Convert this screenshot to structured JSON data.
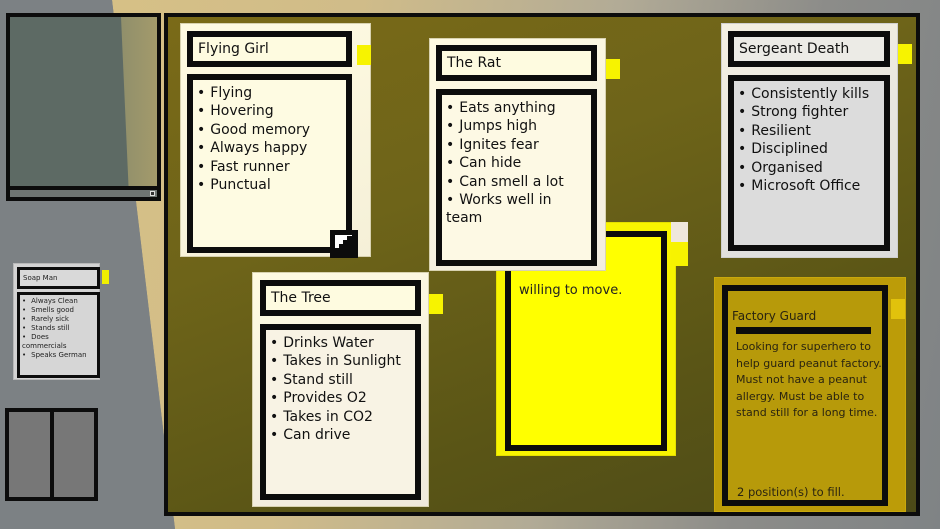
{
  "side_panel": {
    "soap_man": {
      "name": "Soap Man",
      "traits": [
        "Always Clean",
        "Smells good",
        "Rarely sick",
        "Stands still",
        "Does commercials",
        "Speaks German"
      ]
    }
  },
  "board": {
    "cards": {
      "flying_girl": {
        "name": "Flying Girl",
        "traits": [
          "Flying",
          "Hovering",
          "Good memory",
          "Always happy",
          "Fast runner",
          "Punctual"
        ]
      },
      "the_rat": {
        "name": "The Rat",
        "traits": [
          "Eats anything",
          "Jumps high",
          "Ignites fear",
          "Can hide",
          "Can smell a lot",
          "Works well in team"
        ]
      },
      "sergeant_death": {
        "name": "Sergeant Death",
        "traits": [
          "Consistently kills",
          "Strong fighter",
          "Resilient",
          "Disciplined",
          "Organised",
          "Microsoft Office"
        ]
      },
      "the_tree": {
        "name": "The Tree",
        "traits": [
          "Drinks Water",
          "Takes in Sunlight",
          "Stand still",
          "Provides O2",
          "Takes in CO2",
          "Can drive"
        ]
      }
    },
    "jobs": {
      "hidden_job": {
        "visible_text": "willing to move."
      },
      "factory_guard": {
        "title": "Factory Guard",
        "description": "Looking for superhero to help guard peanut factory. Must not have a peanut allergy. Must be able to stand still for a long time.",
        "positions": "2 position(s) to fill."
      }
    }
  },
  "colors": {
    "board": "#6e6419",
    "card_cream": "#fdfbe3",
    "tab_yellow": "#f7f300",
    "job_yellow": "#ffff00",
    "job_gold": "#b79a0a",
    "border": "#0c0c0c"
  }
}
